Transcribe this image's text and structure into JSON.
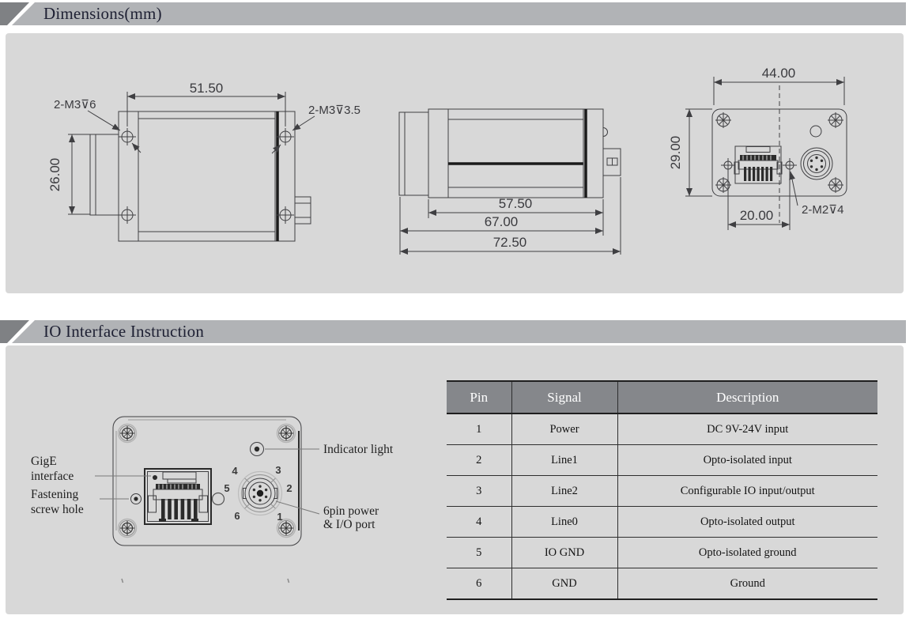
{
  "colors": {
    "header_bar": "#b1b3b6",
    "header_accent": "#7f8184",
    "panel_bg": "#d8d8d8",
    "table_header_bg": "#85878b",
    "table_header_text": "#ffffff",
    "drawing_line": "#3f3f42",
    "title_text": "#1e2033"
  },
  "sections": {
    "dimensions": {
      "title": "Dimensions(mm)"
    },
    "io": {
      "title": "IO Interface Instruction"
    }
  },
  "drawings": {
    "side_view": {
      "width_label": "51.50",
      "height_label": "26.00",
      "screw_front_label": "2-M3⊽6",
      "screw_rear_label": "2-M3⊽3.5"
    },
    "top_view": {
      "body_length": "57.50",
      "mid_length": "67.00",
      "total_length": "72.50"
    },
    "rear_view": {
      "width_label": "44.00",
      "height_label": "29.00",
      "offset_label": "20.00",
      "screw_label": "2-M2⊽4"
    }
  },
  "io_diagram": {
    "labels": {
      "gige_line1": "GigE",
      "gige_line2": "interface",
      "fastening_line1": "Fastening",
      "fastening_line2": "screw hole",
      "indicator": "Indicator light",
      "sixpin_line1": "6pin power",
      "sixpin_line2": "& I/O port"
    },
    "pin_numbers": [
      "1",
      "2",
      "3",
      "4",
      "5",
      "6"
    ]
  },
  "pin_table": {
    "headers": [
      "Pin",
      "Signal",
      "Description"
    ],
    "rows": [
      {
        "pin": "1",
        "signal": "Power",
        "description": "DC 9V-24V input"
      },
      {
        "pin": "2",
        "signal": "Line1",
        "description": "Opto-isolated input"
      },
      {
        "pin": "3",
        "signal": "Line2",
        "description": "Configurable IO input/output"
      },
      {
        "pin": "4",
        "signal": "Line0",
        "description": "Opto-isolated output"
      },
      {
        "pin": "5",
        "signal": "IO GND",
        "description": "Opto-isolated ground"
      },
      {
        "pin": "6",
        "signal": "GND",
        "description": "Ground"
      }
    ]
  }
}
